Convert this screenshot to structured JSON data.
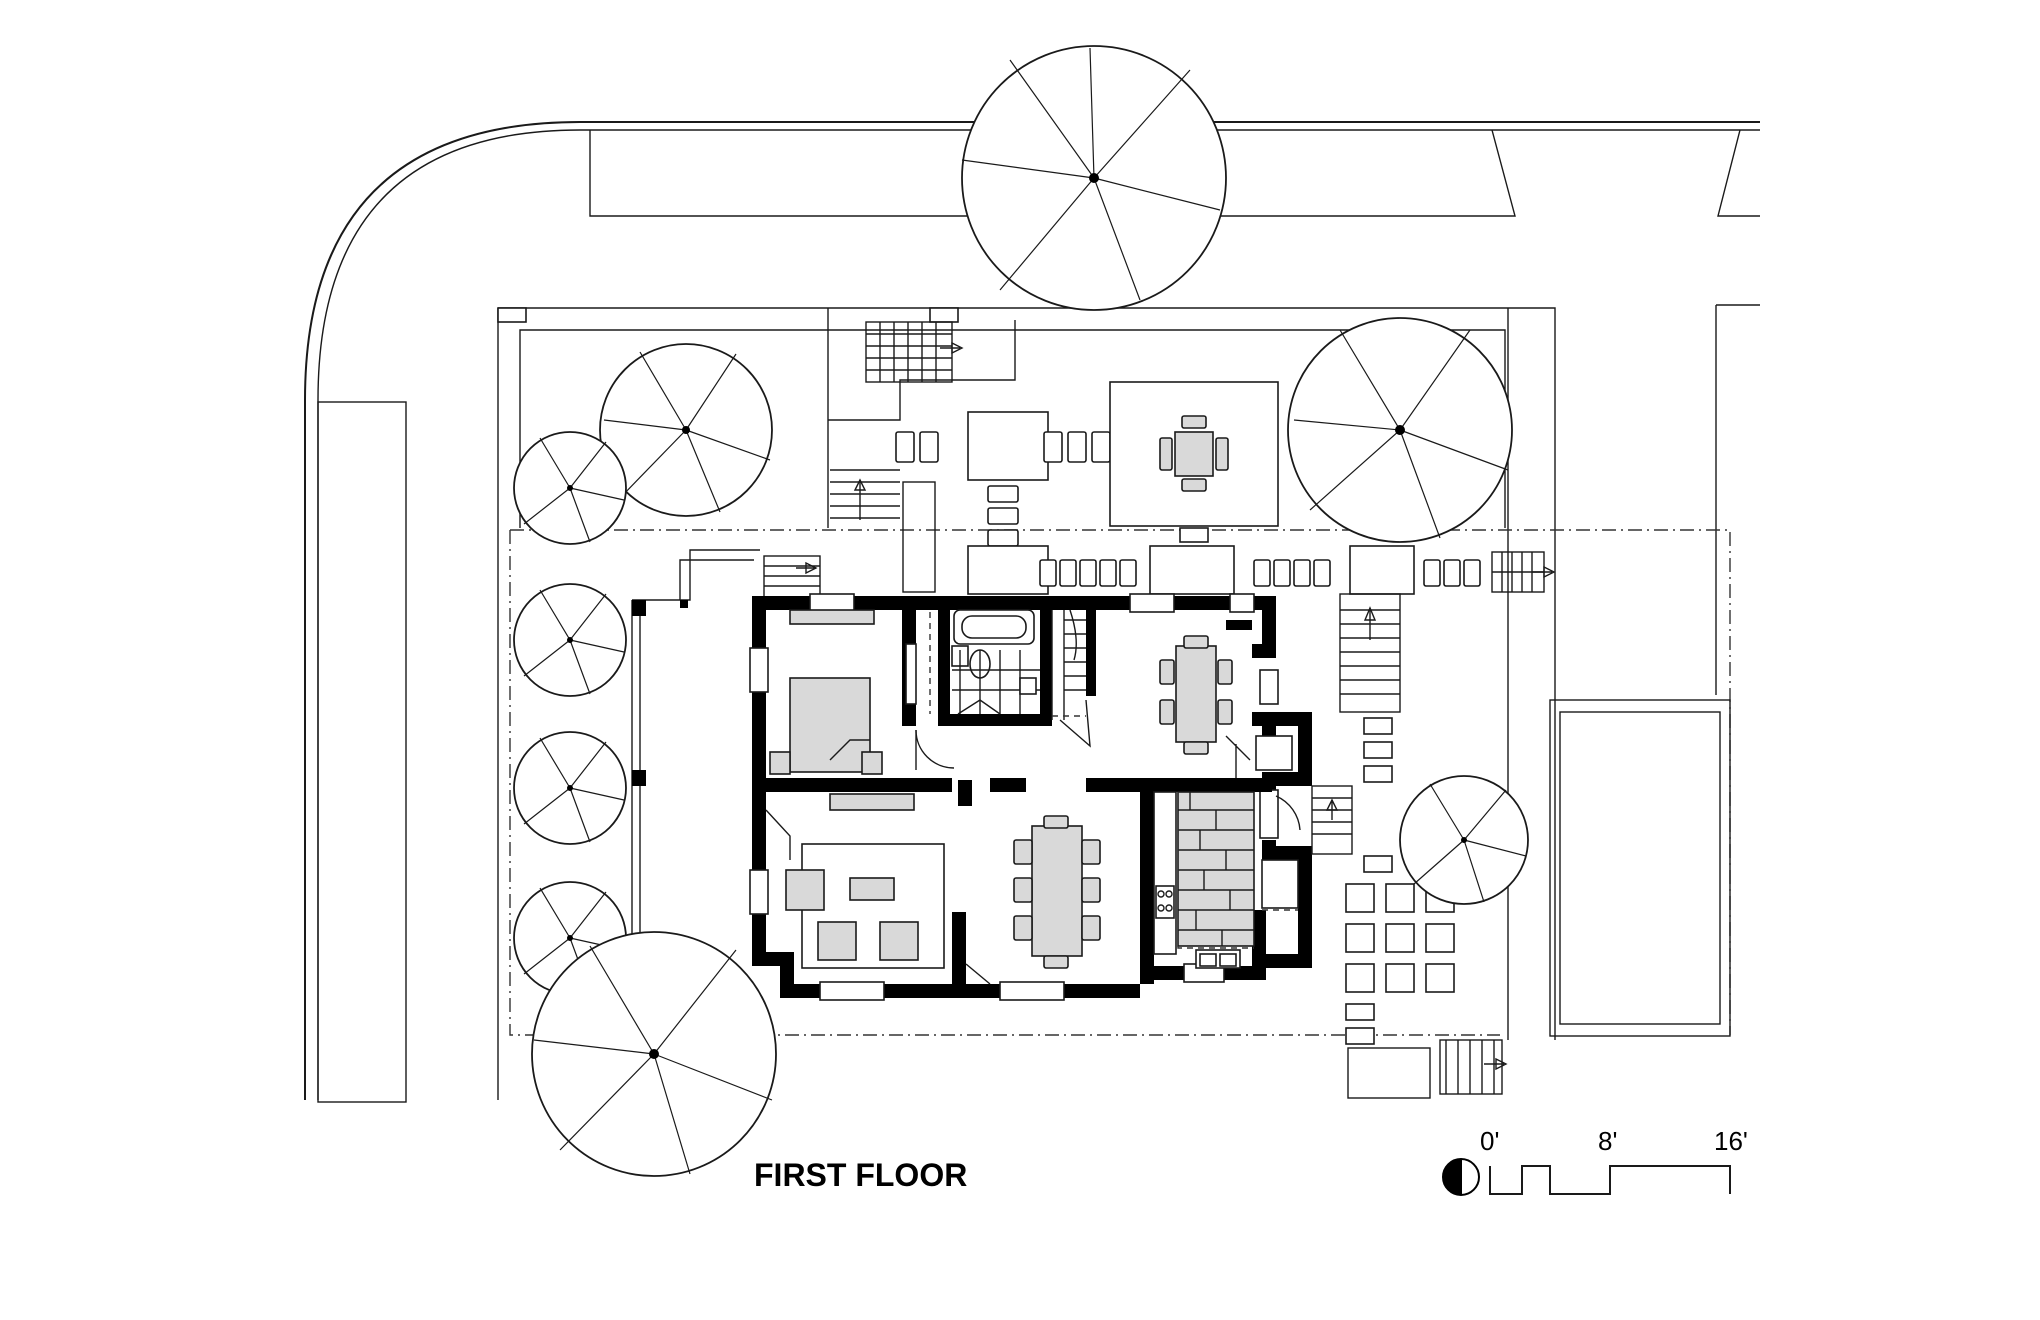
{
  "drawing": {
    "title": "FIRST FLOOR",
    "scale_labels": [
      "0'",
      "8'",
      "16'"
    ]
  },
  "icons": {
    "north_arrow": "north-arrow-icon",
    "tree": "tree-canopy-icon"
  },
  "colors": {
    "wall": "#000000",
    "furniture": "#d9d9d9",
    "line": "#1a1a1a",
    "background": "#ffffff"
  }
}
